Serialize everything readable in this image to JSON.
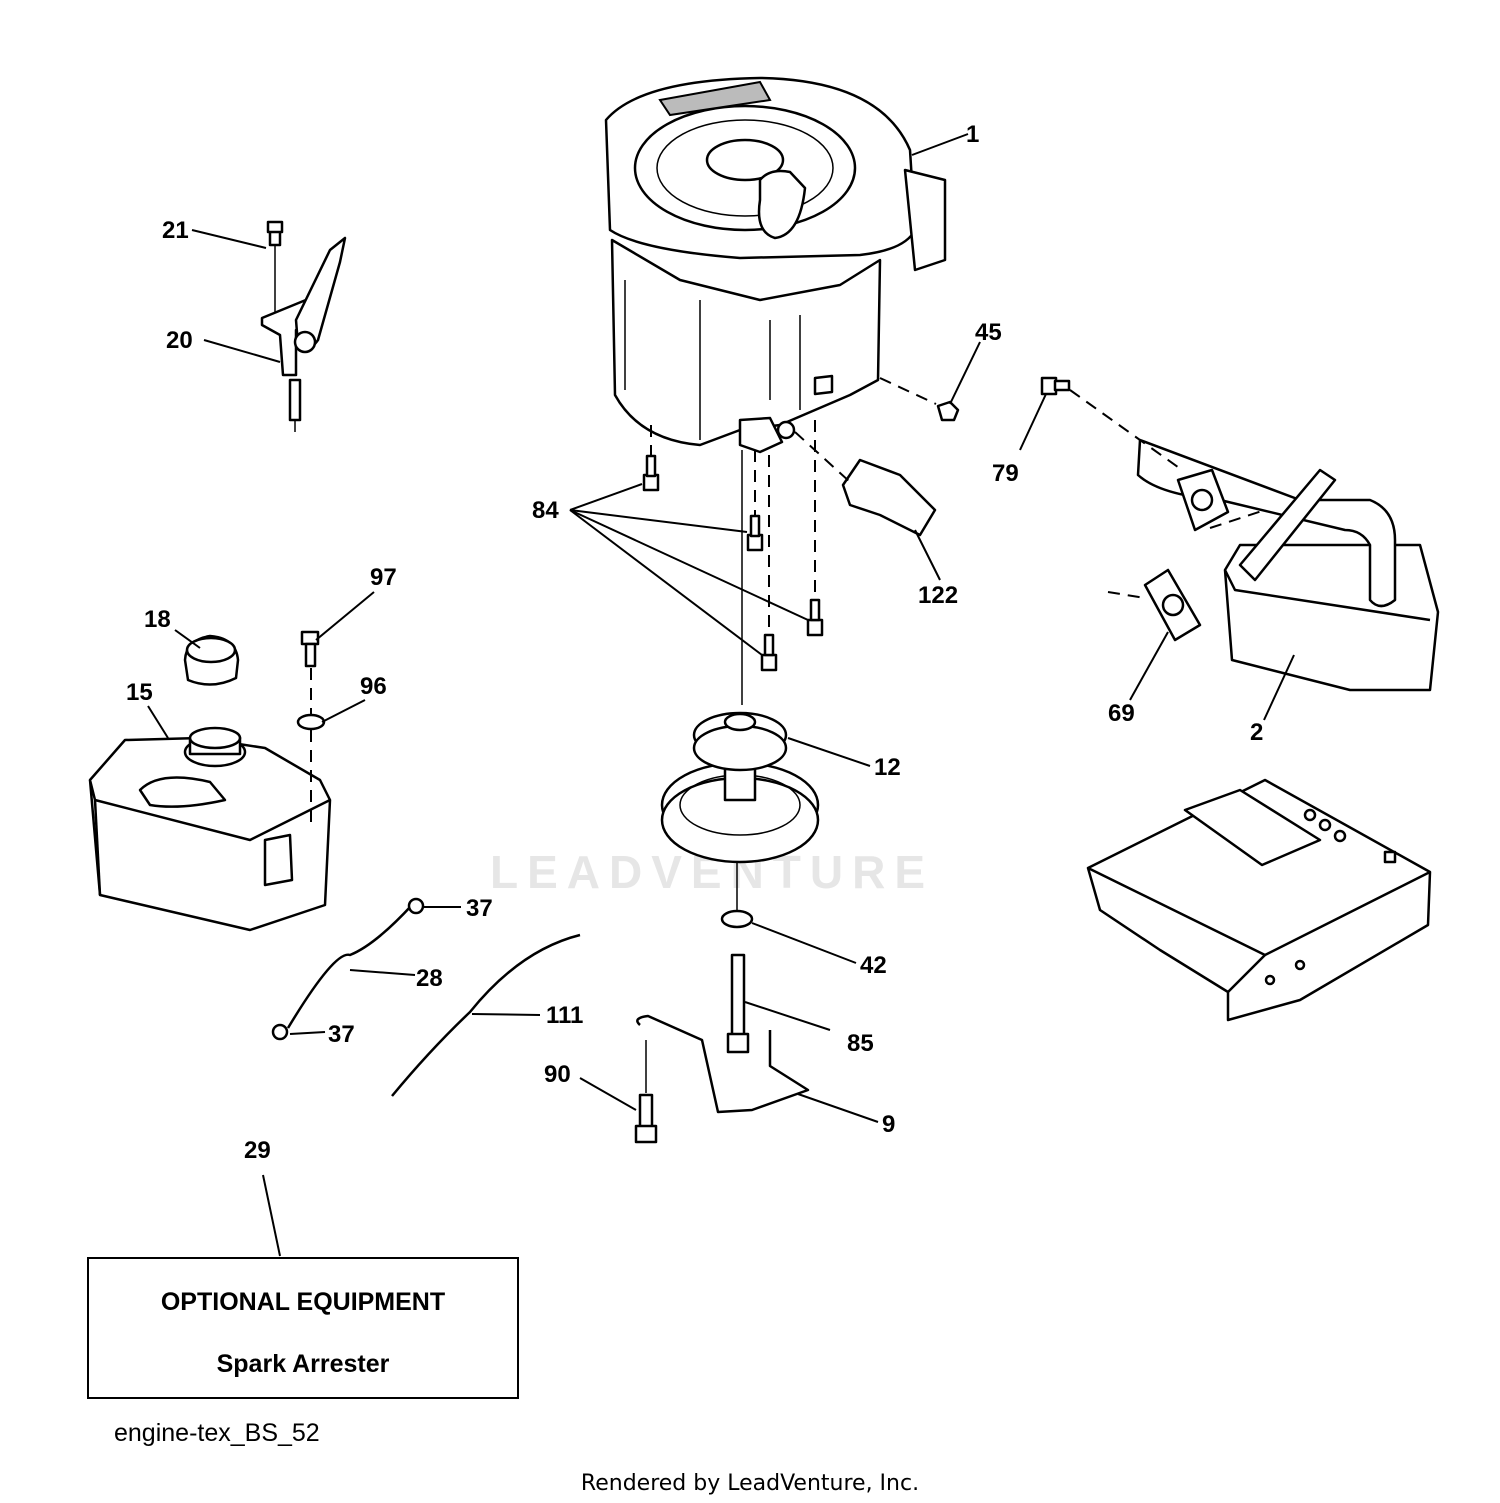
{
  "diagram": {
    "callouts": [
      {
        "id": "1",
        "text": "1"
      },
      {
        "id": "2",
        "text": "2"
      },
      {
        "id": "9",
        "text": "9"
      },
      {
        "id": "12",
        "text": "12"
      },
      {
        "id": "15",
        "text": "15"
      },
      {
        "id": "18",
        "text": "18"
      },
      {
        "id": "20",
        "text": "20"
      },
      {
        "id": "21",
        "text": "21"
      },
      {
        "id": "28",
        "text": "28"
      },
      {
        "id": "29",
        "text": "29"
      },
      {
        "id": "37a",
        "text": "37"
      },
      {
        "id": "37b",
        "text": "37"
      },
      {
        "id": "42",
        "text": "42"
      },
      {
        "id": "45",
        "text": "45"
      },
      {
        "id": "69",
        "text": "69"
      },
      {
        "id": "79",
        "text": "79"
      },
      {
        "id": "84",
        "text": "84"
      },
      {
        "id": "85",
        "text": "85"
      },
      {
        "id": "90",
        "text": "90"
      },
      {
        "id": "96",
        "text": "96"
      },
      {
        "id": "97",
        "text": "97"
      },
      {
        "id": "111",
        "text": "111"
      },
      {
        "id": "122",
        "text": "122"
      }
    ],
    "optional_box": {
      "title": "OPTIONAL EQUIPMENT",
      "item": "Spark Arrester"
    },
    "diagram_id": "engine-tex_BS_52",
    "watermark": "LEADVENTURE",
    "footer": "Rendered by LeadVenture, Inc."
  }
}
